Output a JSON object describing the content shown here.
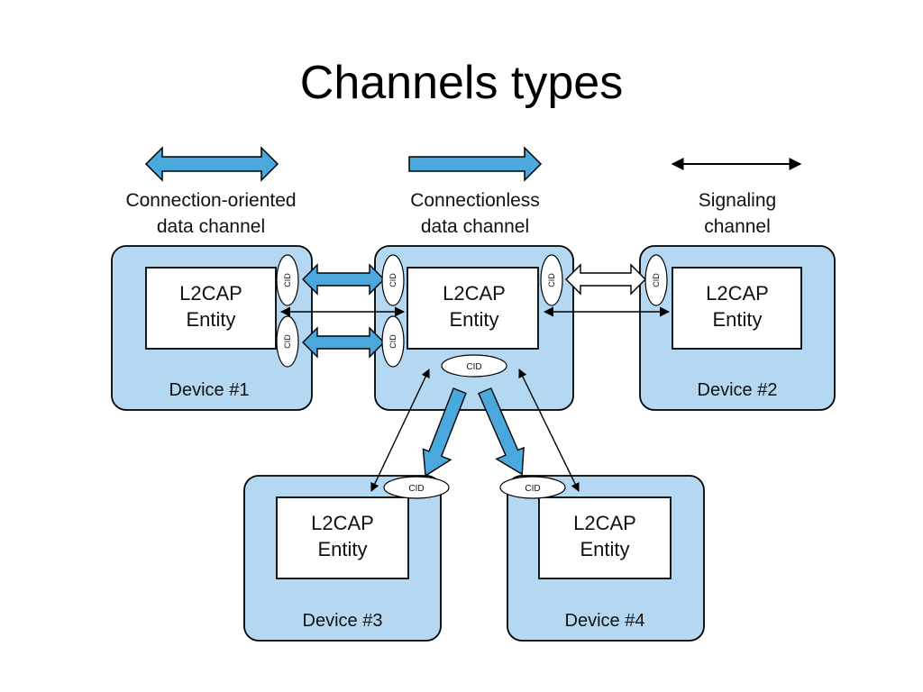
{
  "title": "Channels types",
  "legend": {
    "connection_oriented": [
      "Connection-oriented",
      "data channel"
    ],
    "connectionless": [
      "Connectionless",
      "data channel"
    ],
    "signaling": [
      "Signaling",
      "channel"
    ]
  },
  "entity_label": [
    "L2CAP",
    "Entity"
  ],
  "devices": {
    "d1": "Device #1",
    "d2": "Device #2",
    "d3": "Device #3",
    "d4": "Device #4"
  },
  "cid_label": "CID",
  "colors": {
    "device_fill": "#b5d8f2",
    "arrow_fill": "#4ba8dc",
    "outline": "#000000"
  }
}
